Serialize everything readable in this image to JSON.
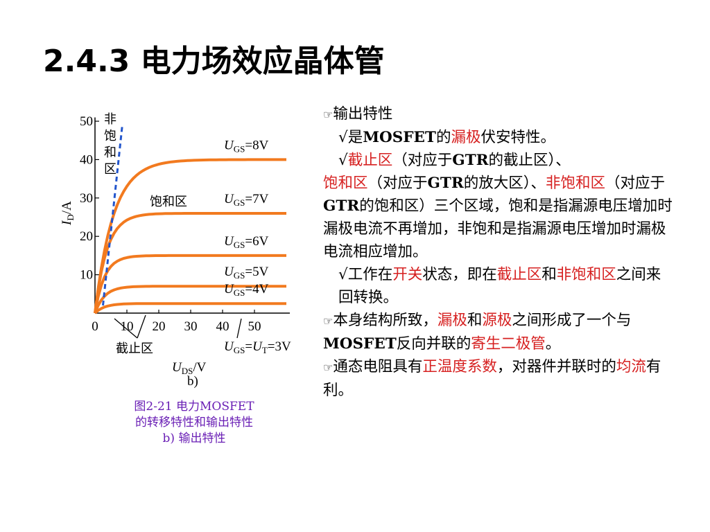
{
  "title": "2.4.3 电力场效应晶体管",
  "chart_data": {
    "type": "line",
    "title": "",
    "xlabel": "U_DS/V",
    "ylabel": "I_D/A",
    "xlim": [
      0,
      60
    ],
    "ylim": [
      0,
      50
    ],
    "x_ticks": [
      0,
      10,
      20,
      30,
      40,
      50
    ],
    "y_ticks": [
      0,
      10,
      20,
      30,
      40,
      50
    ],
    "x_tick_labels": [
      "0",
      "10",
      "20",
      "30",
      "40",
      "50"
    ],
    "y_tick_labels": [
      "10",
      "20",
      "30",
      "40",
      "50"
    ],
    "series": [
      {
        "name": "U_GS=8V",
        "saturation": 40
      },
      {
        "name": "U_GS=7V",
        "saturation": 26
      },
      {
        "name": "U_GS=6V",
        "saturation": 15
      },
      {
        "name": "U_GS=5V",
        "saturation": 7
      },
      {
        "name": "U_GS=4V",
        "saturation": 2.5
      }
    ],
    "region_labels": {
      "nonsaturation": "非饱和区",
      "saturation": "饱和区",
      "cutoff": "截止区"
    },
    "threshold_label": "U_GS=U_T=3V",
    "panel_label": "b)",
    "colors": {
      "curve": "#f27a1f",
      "boundary": "#2255cc",
      "axis": "#000000"
    }
  },
  "caption": {
    "line1": "图2-21  电力MOSFET",
    "line2": "的转移特性和输出特性",
    "line3": "b) 输出特性"
  },
  "content": {
    "bullet_icon": "hand-pointing-icon",
    "check_mark": "√",
    "heading": "输出特性",
    "p1": [
      "是",
      "MOSFET",
      "的",
      "漏极",
      "伏安特性。"
    ],
    "p2": [
      "截止区",
      "（对应于",
      "GTR",
      "的截止区）、",
      "饱和区",
      "（对应于",
      "GTR",
      "的放大区）、",
      "非饱和区",
      "（对应于",
      "GTR",
      "的饱和区）三个区域，饱和是指漏源电压增加时漏极电流不再增加，非饱和是指漏源电压增加时漏极电流相应增加。"
    ],
    "p3": [
      "工作在",
      "开关",
      "状态，即在",
      "截止区",
      "和",
      "非饱和区",
      "之间来回转换。"
    ],
    "p4": [
      "本身结构所致，",
      "漏极",
      "和",
      "源极",
      "之间形成了一个与",
      "MOSFET",
      "反向并联的",
      "寄生二极管",
      "。"
    ],
    "p5": [
      "通态电阻具有",
      "正温度系数",
      "，对器件并联时的",
      "均流",
      "有利。"
    ]
  }
}
